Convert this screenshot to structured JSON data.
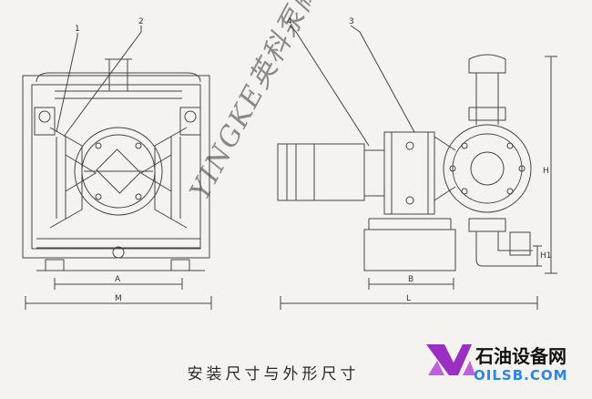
{
  "caption": "安装尺寸与外形尺寸",
  "watermark": "YINGKE英科泵阀",
  "logo": {
    "text": "石油设备网",
    "domain": "OILSB.COM",
    "accent_color": "#9b2fc4",
    "domain_color": "#2a86e0"
  },
  "labels": {
    "part1": "1",
    "part2": "2",
    "part3": "3",
    "part4": "4",
    "dim_A": "A",
    "dim_M": "M",
    "dim_B": "B",
    "dim_L": "L",
    "dim_H": "H",
    "dim_H1": "H1"
  }
}
